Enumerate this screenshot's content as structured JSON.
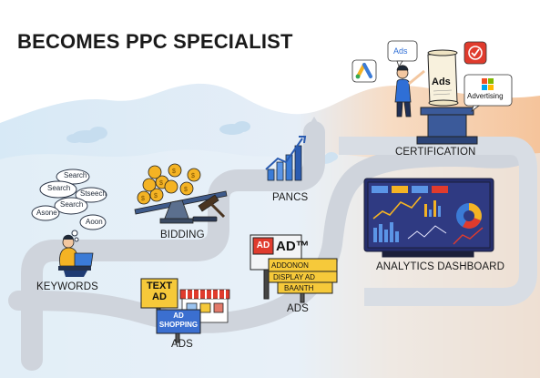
{
  "title": "BECOMES PPC SPECIALIST",
  "stages": {
    "keywords": "KEYWORDS",
    "bidding": "BIDDING",
    "pancs": "PANCS",
    "ads_shopping": "ADS",
    "ads_billboard": "ADS",
    "certification": "CERTIFICATION",
    "analytics": "ANALYTICS DASHBOARD"
  },
  "search_bubbles": [
    "Search",
    "Search",
    "Stseech",
    "Search",
    "Asone",
    "Aoon"
  ],
  "signs": {
    "text_ad": "TEXT\nAD",
    "ad_shopping": "AD\nSHOPPING",
    "billboard_ad": "AD",
    "billboard_tm": "AD™",
    "addonon": "ADDONON",
    "display_ad": "DISPLAY AD",
    "baanth": "BAANTH"
  },
  "certificate_text": "Ads",
  "ads_bubble": "Ads",
  "advertising_label": "Advertising",
  "colors": {
    "path": "#cfd4dc",
    "sky_left": "#d6e8f5",
    "sky_right": "#f6c9a3",
    "sign_yellow": "#f6c93a",
    "billboard_red": "#e03b2d",
    "dashboard_navy": "#252d6b",
    "accent_blue": "#2f6fd6"
  }
}
